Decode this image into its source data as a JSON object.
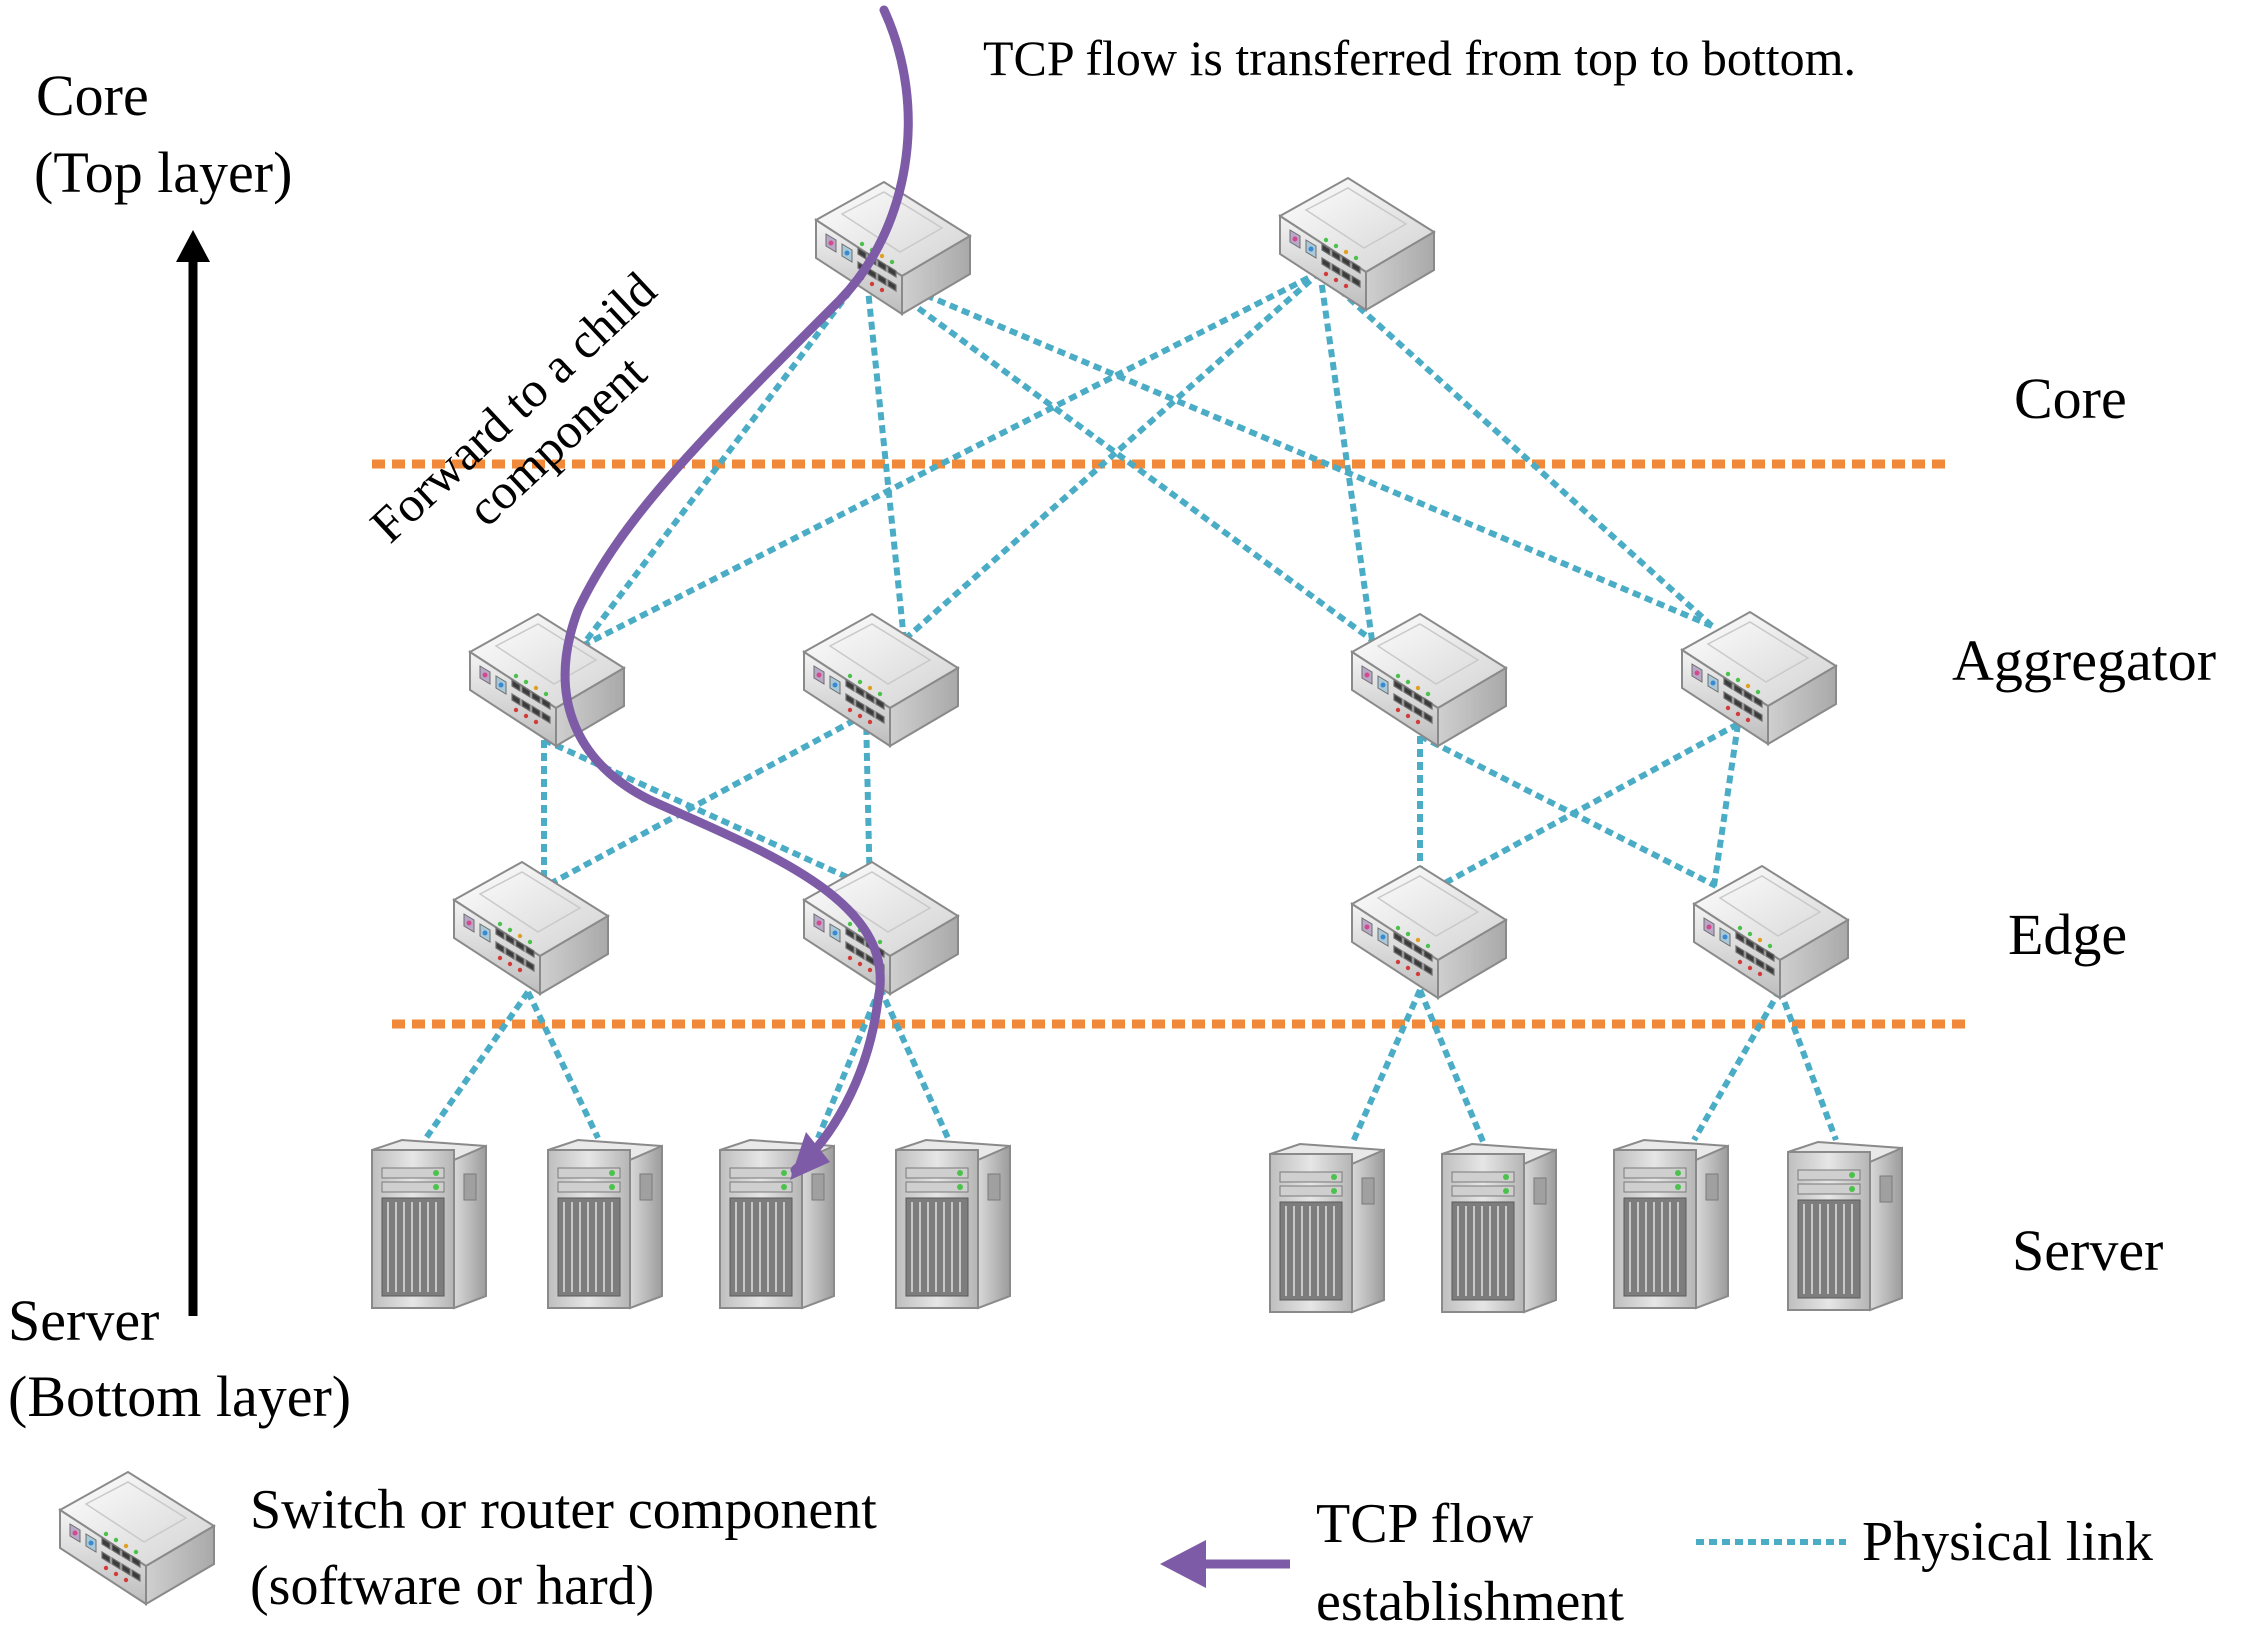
{
  "title": "TCP flow is transferred from top to bottom.",
  "axis": {
    "top_line1": "Core",
    "top_line2": "(Top layer)",
    "bottom_line1": "Server",
    "bottom_line2": "(Bottom layer)"
  },
  "layers": {
    "core": "Core",
    "aggregator": "Aggregator",
    "edge": "Edge",
    "server": "Server"
  },
  "annotation": {
    "line1": "Forward to a child",
    "line2": "component"
  },
  "legend": {
    "switch_line1": "Switch or router component",
    "switch_line2": "(software or hard)",
    "flow_line1": "TCP flow",
    "flow_line2": "establishment",
    "link": "Physical link"
  },
  "colors": {
    "flow": "#7E5BA6",
    "link": "#4BACC6",
    "separator": "#F08A3A",
    "axis": "#000000"
  },
  "icons": {
    "switch": "switch-router-icon",
    "server": "server-tower-icon"
  }
}
